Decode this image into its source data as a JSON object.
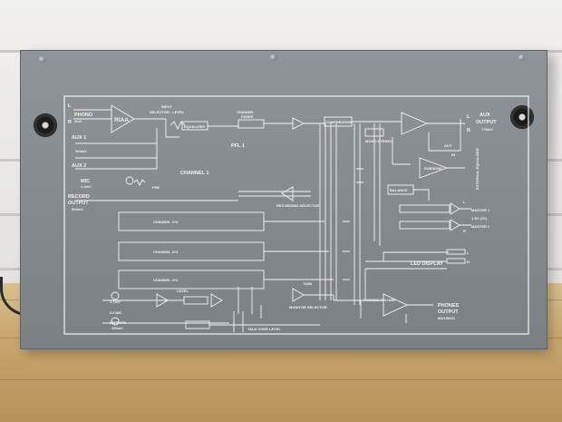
{
  "panel": {
    "phono_label": "PHONO",
    "phono_level": "3mV",
    "riaa_label": "RIAA",
    "input_label_1": "INPUT",
    "input_label_2": "SELECTOR - LEVEL",
    "aux1_label": "AUX 1",
    "aux1_level": "300mV",
    "aux2_label": "AUX 2",
    "mic_label": "MIC",
    "mic_level": "2,4mV",
    "record_label": "RECORD",
    "record_output": "OUTPUT",
    "record_level": "500mV",
    "equalizer_label": "EQUALIZER",
    "channel_fader_1": "CHANNEL",
    "channel_fader_2": "FADER",
    "pfl_label": "PFL 1",
    "compressor_label": "COMPRESSOR",
    "mono_stereo_label": "MONO-STEREO",
    "aux_output_label_1": "AUX",
    "aux_output_label_2": "OUTPUT",
    "aux_output_level": "770mV",
    "external_equalizer": "EXTERNAL EQUALIZER",
    "out_label": "OUT",
    "in_label": "IN",
    "subsonic_label": "SUBSONIC",
    "balance_label": "BALANCE",
    "master1_label": "MASTER 1",
    "master2_label": "MASTER 2",
    "master_level": "1.5V (2V)",
    "channel1_label": "CHANNEL 1",
    "channel23_label": "CHANNEL 2+3",
    "channel24_label": "CHANNEL 2+4",
    "channel41_label": "CHANNEL 4+1",
    "recording_selector": "RECORDING SELECTOR",
    "pre_label": "PRE",
    "sum_label": "SUM",
    "led_display_label": "LED DISPLAY",
    "l": "L",
    "r": "R",
    "monitor_selector": "MONITOR SELECTOR",
    "phones_volume": "PHONES VOLUME",
    "phones_output_1": "PHONES",
    "phones_output_2": "OUTPUT",
    "phones_output_3": "8Ω/1500Ω",
    "dj_mic_level_1": "1,7mV",
    "dj_mic_label": "DJ MIC",
    "level_label": "LEVEL",
    "effects_label": "EFFECTS",
    "effects_level": "250mV",
    "talk_over_label": "TALK OVER LEVEL"
  },
  "colors": {
    "panel": "#8a8f94",
    "print": "#f4f4f2",
    "wall": "#eeeeec",
    "floor": "#c9a86e"
  },
  "icons": [
    "mounting-screw-icon",
    "rubber-foot-knob-icon"
  ]
}
